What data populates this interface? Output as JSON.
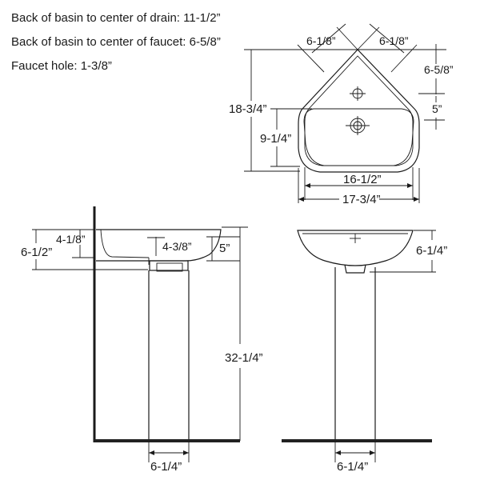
{
  "notes": {
    "drain": "Back of basin to center of drain:  11-1/2”",
    "faucet": "Back of basin to center of faucet:  6-5/8”",
    "hole": "Faucet hole:  1-3/8”"
  },
  "top_view": {
    "left_diag": "6-1/8”",
    "right_diag": "6-1/8”",
    "faucet_offset": "6-5/8”",
    "depth": "18-3/4”",
    "drain_depth": "9-1/4”",
    "side": "5”",
    "inner_width": "16-1/2”",
    "outer_width": "17-3/4”"
  },
  "side_view": {
    "basin_height": "4-1/8”",
    "rim_drop": "6-1/2”",
    "bowl_depth": "4-3/8”",
    "rim": "5”",
    "total_height": "32-1/4”",
    "pedestal_width": "6-1/4”"
  },
  "front_view": {
    "basin_height": "6-1/4”",
    "pedestal_width": "6-1/4”"
  }
}
